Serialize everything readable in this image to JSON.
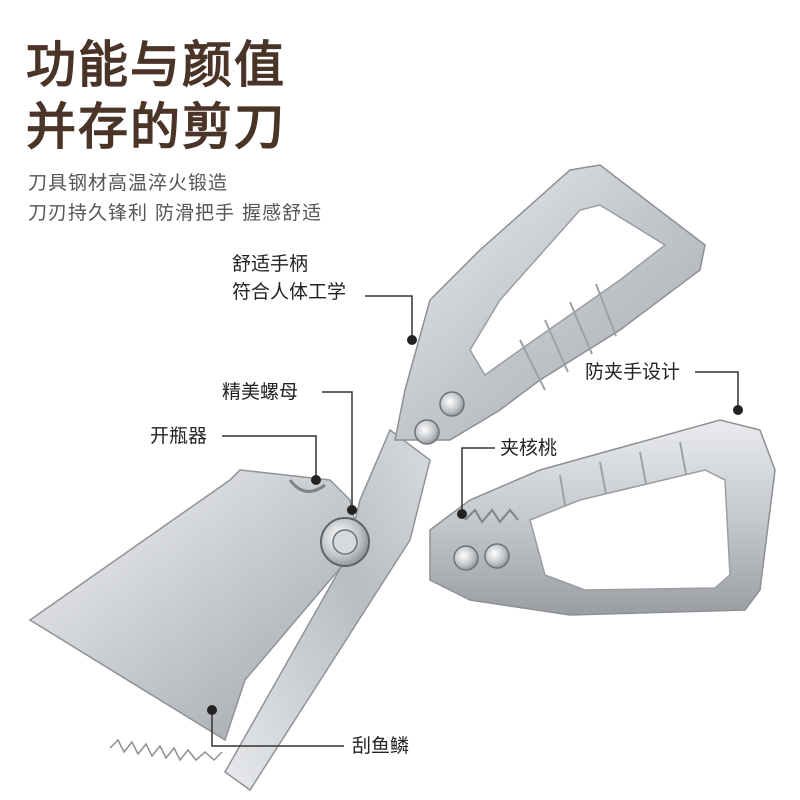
{
  "headline": {
    "line1": "功能与颜值",
    "line2": "并存的剪刀"
  },
  "subtitle": {
    "line1": "刀具钢材高温淬火锻造",
    "line2": "刀刃持久锋利 防滑把手 握感舒适"
  },
  "callouts": {
    "handle_line1": "舒适手柄",
    "handle_line2": "符合人体工学",
    "nut": "精美螺母",
    "bottle_opener": "开瓶器",
    "anti_pinch": "防夹手设计",
    "walnut": "夹核桃",
    "fish_scale": "刮鱼鳞"
  },
  "colors": {
    "headline": "#4a3327",
    "subtitle": "#555555",
    "callout_text": "#222222",
    "leader_line": "#333333",
    "metal": "#c9cdd1"
  }
}
